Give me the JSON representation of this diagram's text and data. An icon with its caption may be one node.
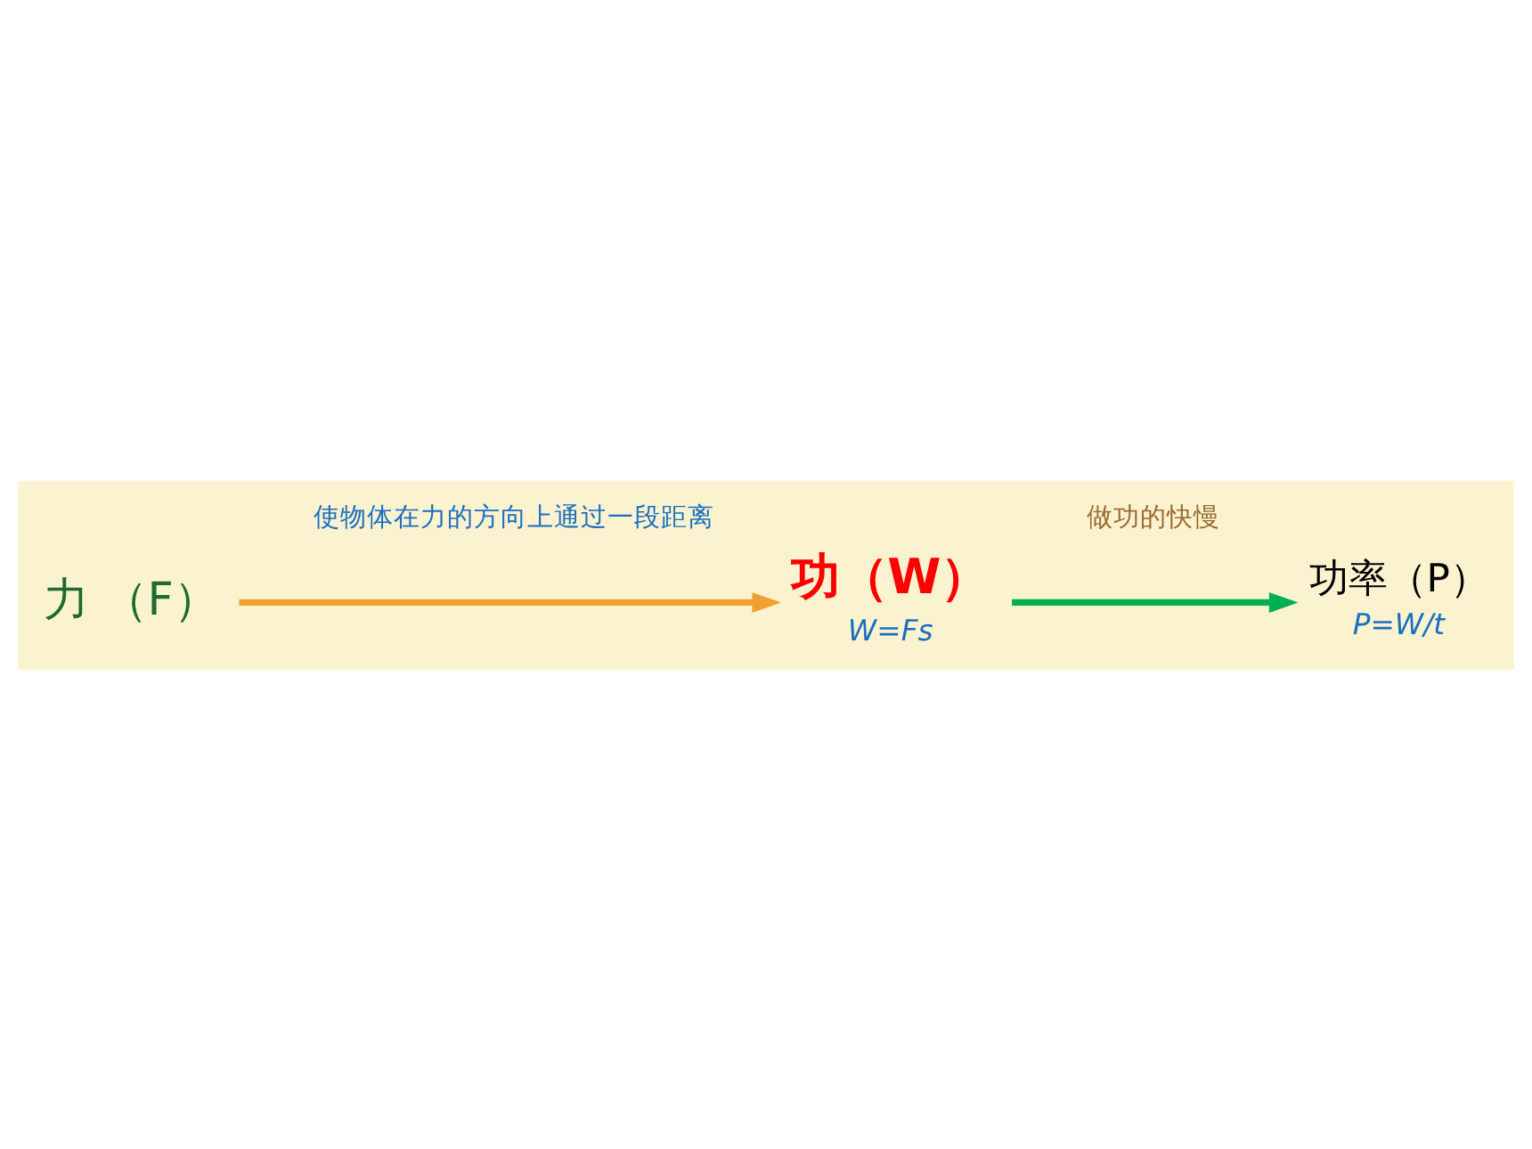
{
  "diagram": {
    "nodes": [
      {
        "text": [
          "力 （F）"
        ]
      },
      {
        "text": [
          "功（W）"
        ],
        "beside": [
          "W=Fs"
        ]
      },
      {
        "text": [
          "功率（P）"
        ],
        "beside": [
          "P=W/t"
        ]
      }
    ],
    "edges": [
      {
        "from": 0,
        "to": 1,
        "arrow": "to",
        "label": "使物体在力的方向上通过一段距离",
        "color": "#f0a030"
      },
      {
        "from": 1,
        "to": 2,
        "arrow": "to",
        "label": "做功的快慢",
        "color": "#00b050"
      }
    ]
  }
}
